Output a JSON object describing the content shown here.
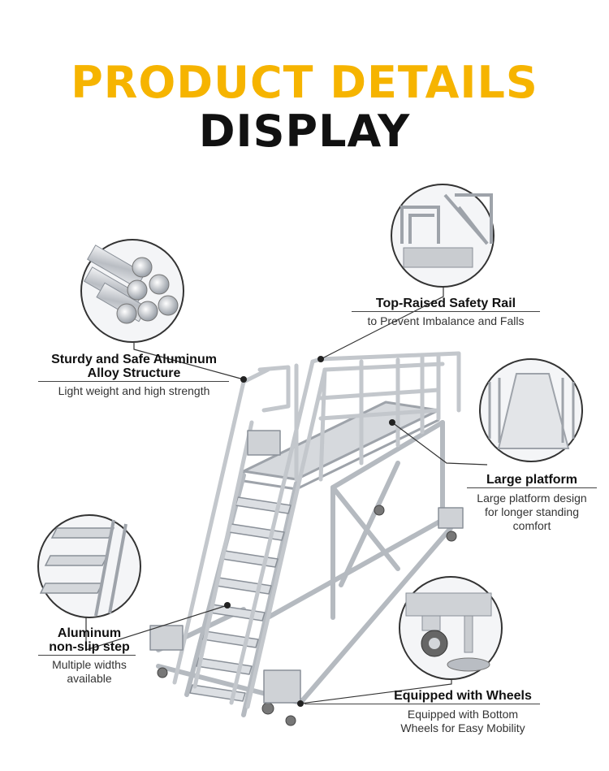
{
  "header": {
    "line1": "PRODUCT DETAILS",
    "line2": "DISPLAY"
  },
  "colors": {
    "accent": "#f6b400",
    "text": "#111111",
    "metal": "#c9ccd0"
  },
  "features": [
    {
      "title": "Top-Raised Safety Rail",
      "subtitle": "to Prevent Imbalance and Falls"
    },
    {
      "title": "Sturdy and Safe Aluminum Alloy Structure",
      "title_line1": "Sturdy and Safe Aluminum",
      "title_line2": "Alloy Structure",
      "subtitle": "Light weight and high strength"
    },
    {
      "title": "Large platform",
      "subtitle_line1": "Large platform design",
      "subtitle_line2": "for longer standing",
      "subtitle_line3": "comfort"
    },
    {
      "title_line1": "Aluminum",
      "title_line2": "non-slip step",
      "subtitle_line1": "Multiple widths",
      "subtitle_line2": "available"
    },
    {
      "title": "Equipped with Wheels",
      "subtitle_line1": "Equipped with Bottom",
      "subtitle_line2": "Wheels for Easy Mobility"
    }
  ]
}
